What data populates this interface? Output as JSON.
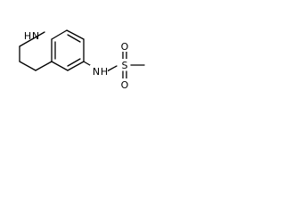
{
  "molecule": {
    "atom_labels": {
      "ring_nh": "N",
      "ring_nh_h": "H",
      "amide_nh": "N",
      "amide_nh_h": "H",
      "sulfur": "S",
      "oxygen_1": "O",
      "oxygen_2": "O"
    }
  },
  "colors": {
    "bond": "#000000",
    "label": "#000000",
    "background": "#ffffff"
  }
}
